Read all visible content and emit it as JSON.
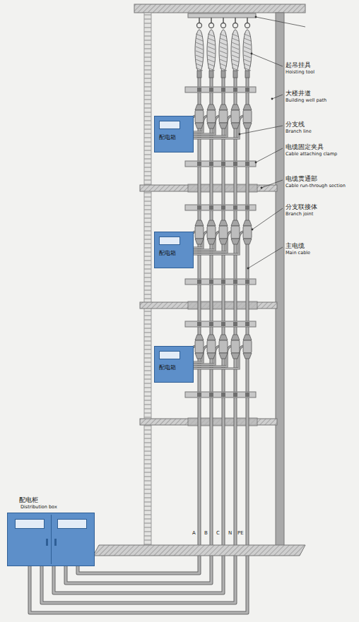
{
  "diagram": {
    "nodes": [
      {
        "text": [
          "配电箱"
        ]
      },
      {
        "text": [
          "配电箱"
        ]
      },
      {
        "text": [
          "配电箱"
        ]
      },
      {
        "text": [
          "配电柜",
          "Distribution box"
        ]
      }
    ],
    "labels": [
      "起吊挂具",
      "Hoisting tool",
      "大楼井道",
      "Building well path",
      "分支线",
      "Branch line",
      "电缆固定夹具",
      "Cable attaching clamp",
      "电缆贯通部",
      "Cable run-through section",
      "分支联接体",
      "Branch joint",
      "主电缆",
      "Main cable",
      "A",
      "B",
      "C",
      "N",
      "PE"
    ]
  }
}
